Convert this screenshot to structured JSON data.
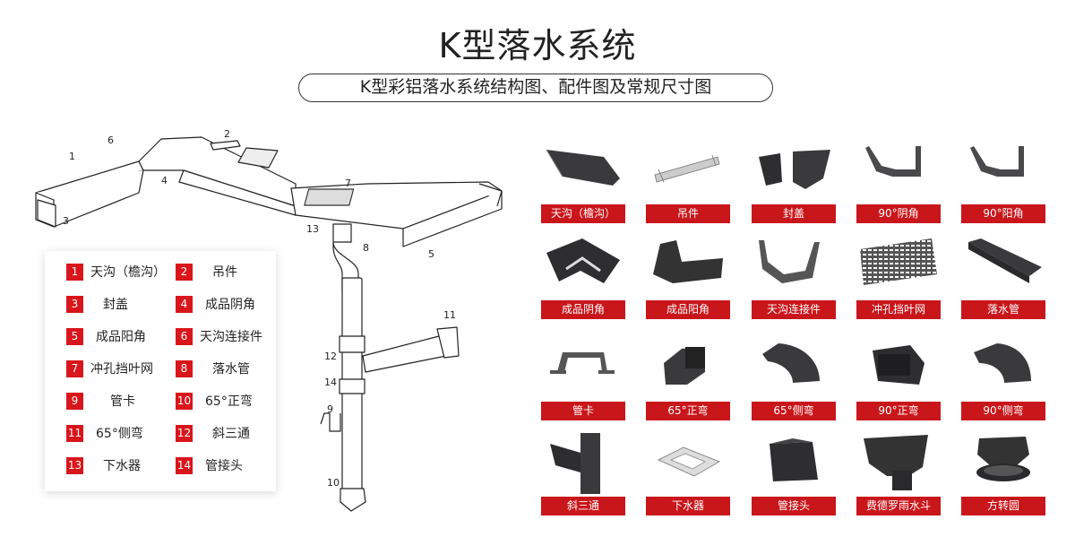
{
  "header": {
    "title": "K型落水系统",
    "subtitle": "K型彩铝落水系统结构图、配件图及常规尺寸图"
  },
  "diagram": {
    "callouts": [
      "1",
      "2",
      "3",
      "4",
      "5",
      "6",
      "7",
      "8",
      "9",
      "10",
      "11",
      "12",
      "13",
      "14"
    ]
  },
  "legend": [
    {
      "num": "1",
      "label": "天沟（檐沟）"
    },
    {
      "num": "2",
      "label": "吊件"
    },
    {
      "num": "3",
      "label": "封盖"
    },
    {
      "num": "4",
      "label": "成品阴角"
    },
    {
      "num": "5",
      "label": "成品阳角"
    },
    {
      "num": "6",
      "label": "天沟连接件"
    },
    {
      "num": "7",
      "label": "冲孔挡叶网"
    },
    {
      "num": "8",
      "label": "落水管"
    },
    {
      "num": "9",
      "label": "管卡"
    },
    {
      "num": "10",
      "label": "65°正弯"
    },
    {
      "num": "11",
      "label": "65°侧弯"
    },
    {
      "num": "12",
      "label": "斜三通"
    },
    {
      "num": "13",
      "label": "下水器"
    },
    {
      "num": "14",
      "label": "管接头"
    }
  ],
  "parts": [
    {
      "label": "天沟（檐沟）",
      "icon": "gutter-icon"
    },
    {
      "label": "吊件",
      "icon": "hanger-icon"
    },
    {
      "label": "封盖",
      "icon": "end-cap-icon"
    },
    {
      "label": "90°阴角",
      "icon": "inner-bracket-icon"
    },
    {
      "label": "90°阳角",
      "icon": "outer-bracket-icon"
    },
    {
      "label": "成品阴角",
      "icon": "inner-corner-icon"
    },
    {
      "label": "成品阳角",
      "icon": "outer-corner-icon"
    },
    {
      "label": "天沟连接件",
      "icon": "connector-icon"
    },
    {
      "label": "冲孔挡叶网",
      "icon": "mesh-icon"
    },
    {
      "label": "落水管",
      "icon": "downpipe-icon"
    },
    {
      "label": "管卡",
      "icon": "clamp-icon"
    },
    {
      "label": "65°正弯",
      "icon": "elbow-front-icon"
    },
    {
      "label": "65°侧弯",
      "icon": "elbow-side-icon"
    },
    {
      "label": "90°正弯",
      "icon": "elbow90-front-icon"
    },
    {
      "label": "90°侧弯",
      "icon": "elbow90-side-icon"
    },
    {
      "label": "斜三通",
      "icon": "tee-icon"
    },
    {
      "label": "下水器",
      "icon": "outlet-icon"
    },
    {
      "label": "管接头",
      "icon": "pipe-joint-icon"
    },
    {
      "label": "费德罗雨水斗",
      "icon": "rain-hopper-icon"
    },
    {
      "label": "方转圆",
      "icon": "square-round-icon"
    }
  ],
  "colors": {
    "accent": "#c9161b",
    "metal": "#3a3a3c"
  }
}
